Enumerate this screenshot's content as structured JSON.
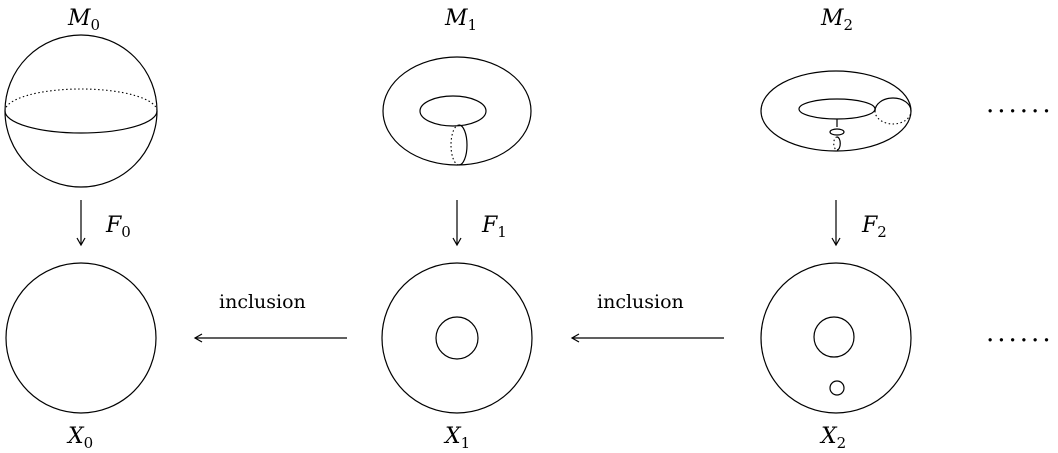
{
  "manifolds": [
    {
      "symbol": "M",
      "index": "0",
      "surface": "sphere"
    },
    {
      "symbol": "M",
      "index": "1",
      "surface": "torus"
    },
    {
      "symbol": "M",
      "index": "2",
      "surface": "genus-2 surface"
    }
  ],
  "maps": [
    {
      "symbol": "F",
      "index": "0"
    },
    {
      "symbol": "F",
      "index": "1"
    },
    {
      "symbol": "F",
      "index": "2"
    }
  ],
  "bases": [
    {
      "symbol": "X",
      "index": "0",
      "holes": 0
    },
    {
      "symbol": "X",
      "index": "1",
      "holes": 1
    },
    {
      "symbol": "X",
      "index": "2",
      "holes": 2
    }
  ],
  "inclusions": [
    {
      "label": "inclusion"
    },
    {
      "label": "inclusion"
    }
  ],
  "continuation": {
    "top": "......",
    "bottom": "......"
  }
}
